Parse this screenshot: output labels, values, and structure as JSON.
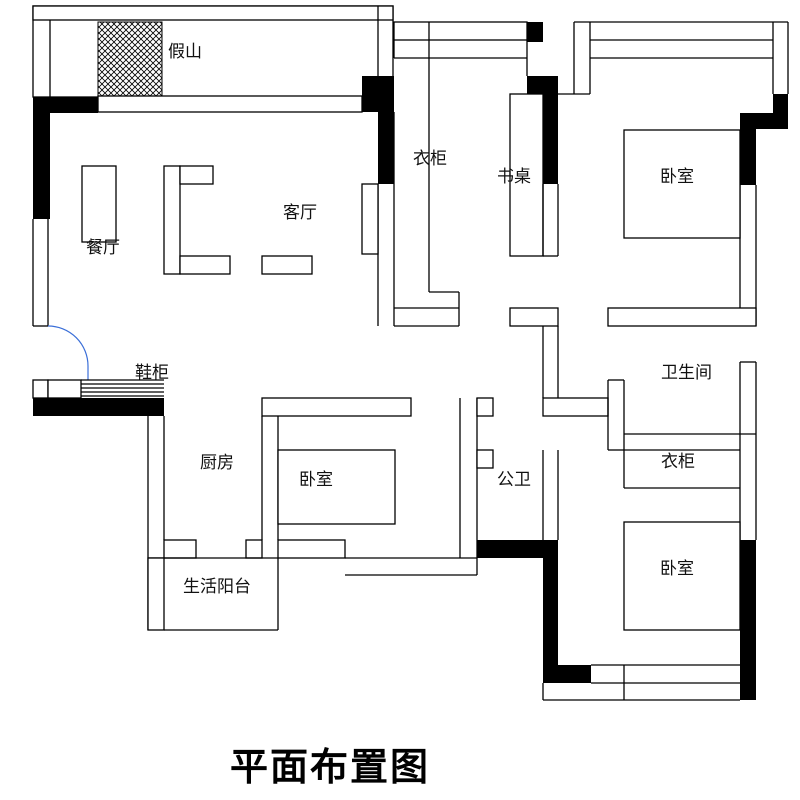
{
  "title": "平面布置图",
  "rooms": {
    "rockery": "假山",
    "living_room": "客厅",
    "dining_room": "餐厅",
    "wardrobe_top": "衣柜",
    "desk": "书桌",
    "bedroom_ne": "卧室",
    "shoe_cabinet": "鞋柜",
    "kitchen": "厨房",
    "bedroom_middle": "卧室",
    "laundry_balcony": "生活阳台",
    "public_bathroom": "公卫",
    "ensuite_bathroom": "卫生间",
    "wardrobe_se": "衣柜",
    "bedroom_se": "卧室"
  },
  "colors": {
    "wall": "#000000",
    "line": "#000000",
    "door_arc": "#3b6fd8",
    "background": "#ffffff"
  }
}
